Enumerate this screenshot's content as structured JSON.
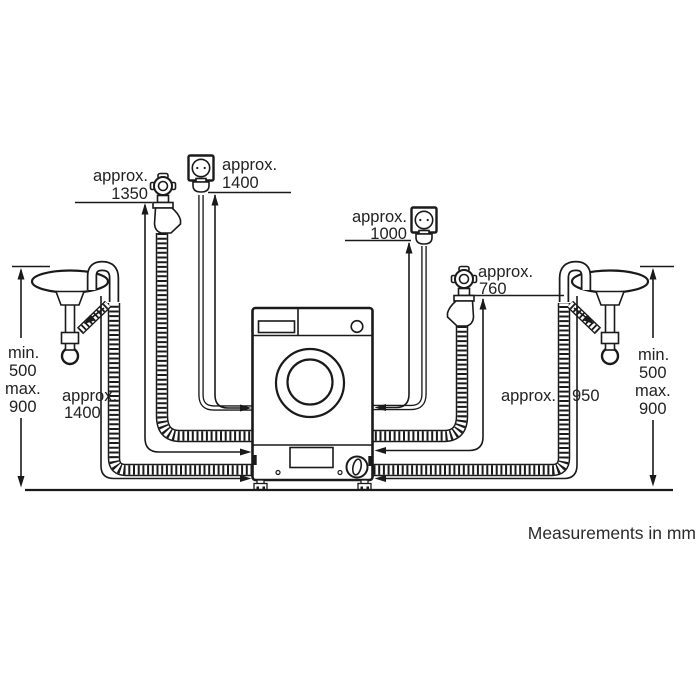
{
  "note": "Measurements in mm",
  "labels": {
    "left_tap": {
      "prefix": "approx.",
      "value": "1350"
    },
    "left_outlet": {
      "prefix": "approx.",
      "value": "1400"
    },
    "right_outlet": {
      "prefix": "approx.",
      "value": "1000"
    },
    "right_tap": {
      "prefix": "approx.",
      "value": "760"
    },
    "left_drain": {
      "prefix": "approx.",
      "value": "1400"
    },
    "right_drain": {
      "prefix": "approx.",
      "value": "950"
    },
    "left_sink_height": {
      "min_label": "min.",
      "min_value": "500",
      "max_label": "max.",
      "max_value": "900"
    },
    "right_sink_height": {
      "min_label": "min.",
      "min_value": "500",
      "max_label": "max.",
      "max_value": "900"
    }
  },
  "icons": {
    "center": "washing-machine-icon",
    "left_fixtures": [
      "sink-icon",
      "water-tap-icon",
      "power-outlet-icon"
    ],
    "right_fixtures": [
      "power-outlet-icon",
      "water-tap-icon",
      "sink-icon"
    ]
  },
  "colors": {
    "line": "#1a1a1a",
    "background": "#ffffff"
  }
}
